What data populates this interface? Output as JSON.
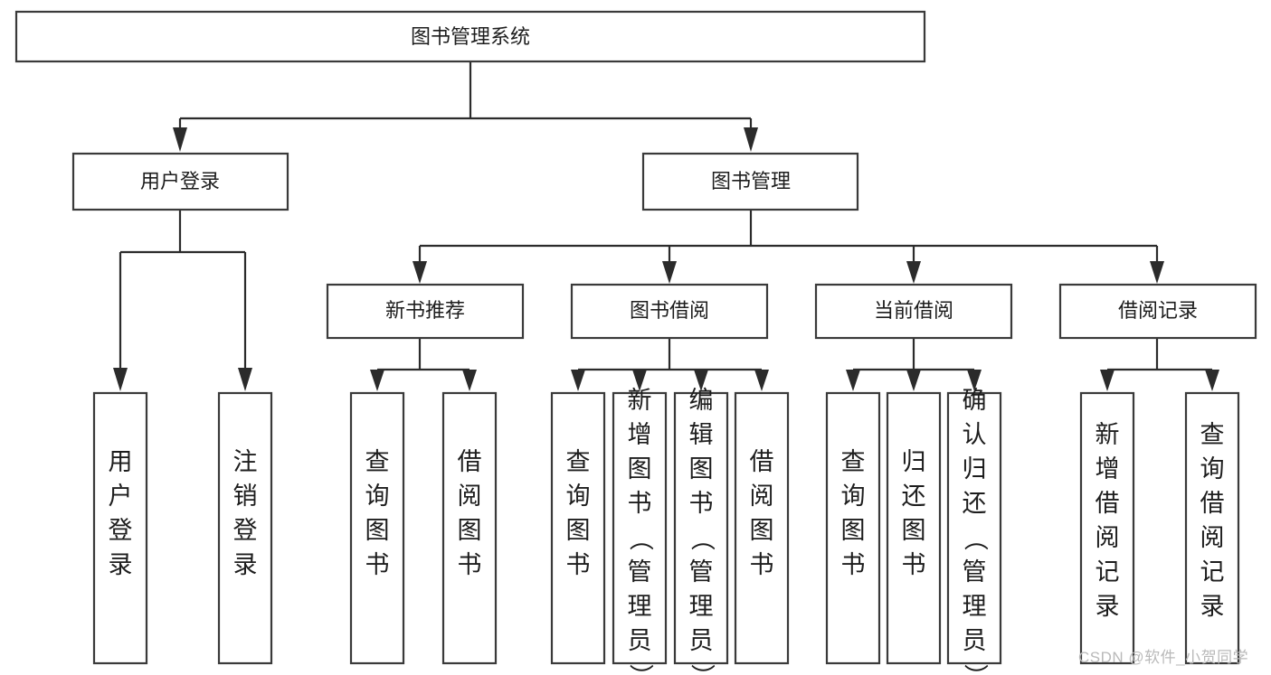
{
  "diagram": {
    "title": "图书管理系统",
    "type": "tree-hierarchy-diagram",
    "colors": {
      "box_fill": "#ffffff",
      "box_stroke": "#3a3a3a",
      "edge_stroke": "#2b2b2b",
      "text": "#1d1d1d",
      "background": "#ffffff",
      "watermark": "#b9b9b9"
    },
    "root": {
      "label": "图书管理系统",
      "orientation": "horizontal"
    },
    "level2": [
      {
        "label": "用户登录",
        "orientation": "horizontal"
      },
      {
        "label": "图书管理",
        "orientation": "horizontal"
      }
    ],
    "level3": [
      {
        "label": "新书推荐",
        "orientation": "horizontal",
        "parent": "图书管理"
      },
      {
        "label": "图书借阅",
        "orientation": "horizontal",
        "parent": "图书管理"
      },
      {
        "label": "当前借阅",
        "orientation": "horizontal",
        "parent": "图书管理"
      },
      {
        "label": "借阅记录",
        "orientation": "horizontal",
        "parent": "图书管理"
      }
    ],
    "leaves": [
      {
        "label": "用户登录",
        "orientation": "vertical",
        "parent": "用户登录"
      },
      {
        "label": "注销登录",
        "orientation": "vertical",
        "parent": "用户登录"
      },
      {
        "label": "查询图书",
        "orientation": "vertical",
        "parent": "新书推荐"
      },
      {
        "label": "借阅图书",
        "orientation": "vertical",
        "parent": "新书推荐"
      },
      {
        "label": "查询图书",
        "orientation": "vertical",
        "parent": "图书借阅"
      },
      {
        "label": "新增图书（管理员）",
        "orientation": "vertical",
        "parent": "图书借阅"
      },
      {
        "label": "编辑图书（管理员）",
        "orientation": "vertical",
        "parent": "图书借阅"
      },
      {
        "label": "借阅图书",
        "orientation": "vertical",
        "parent": "图书借阅"
      },
      {
        "label": "查询图书",
        "orientation": "vertical",
        "parent": "当前借阅"
      },
      {
        "label": "归还图书",
        "orientation": "vertical",
        "parent": "当前借阅"
      },
      {
        "label": "确认归还（管理员）",
        "orientation": "vertical",
        "parent": "当前借阅"
      },
      {
        "label": "新增借阅记录",
        "orientation": "vertical",
        "parent": "借阅记录"
      },
      {
        "label": "查询借阅记录",
        "orientation": "vertical",
        "parent": "借阅记录"
      }
    ],
    "watermark": "CSDN @软件_小贺同学"
  }
}
